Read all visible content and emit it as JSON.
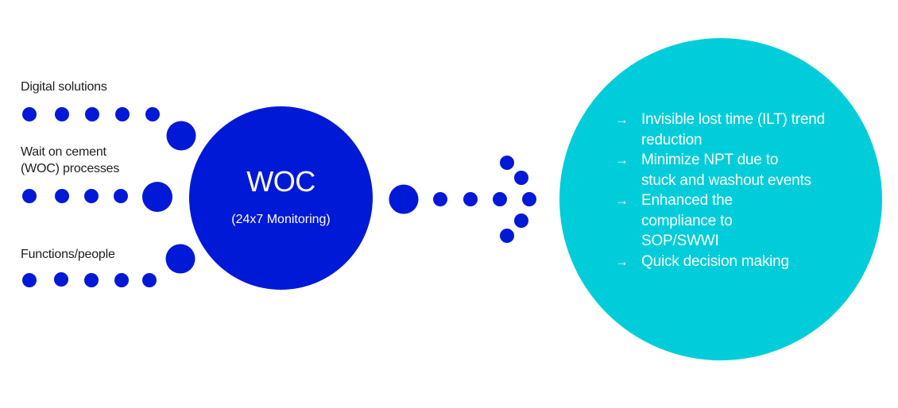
{
  "colors": {
    "primary_blue": "#0019d6",
    "accent_cyan": "#00cdd9",
    "label_text": "#1e1e1e",
    "on_fill_text": "#ffffff",
    "background": "#ffffff"
  },
  "inputs": [
    {
      "label": "Digital solutions"
    },
    {
      "label": "Wait on cement\n(WOC) processes"
    },
    {
      "label": "Functions/people"
    }
  ],
  "hub": {
    "title": "WOC",
    "subtitle": "(24x7 Monitoring)"
  },
  "arrow_icon": "→",
  "outcomes": [
    {
      "text": "Invisible lost time (ILT) trend reduction"
    },
    {
      "text": "Minimize NPT due to stuck and washout events"
    },
    {
      "text": "Enhanced the compliance to SOP/SWWI"
    },
    {
      "text": "Quick decision making"
    }
  ]
}
